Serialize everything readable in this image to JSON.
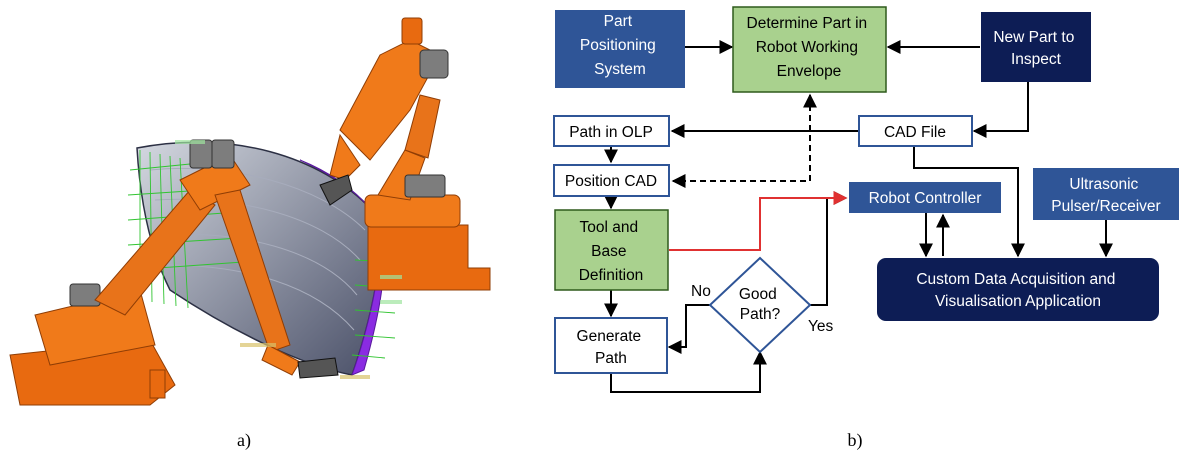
{
  "panel_a": {
    "caption": "a)"
  },
  "panel_b": {
    "caption": "b)",
    "colors": {
      "dark_blue": "#0d1d55",
      "mid_blue": "#2f5597",
      "green": "#a9d18e",
      "outline_blue": "#2f5597",
      "red": "#e03131"
    },
    "nodes": {
      "part_positioning": {
        "lines": [
          "Part",
          "Positioning",
          "System"
        ]
      },
      "determine_part": {
        "lines": [
          "Determine Part in",
          "Robot Working",
          "Envelope"
        ]
      },
      "new_part": {
        "lines": [
          "New Part to",
          "Inspect"
        ]
      },
      "path_olp": {
        "lines": [
          "Path in OLP"
        ]
      },
      "cad_file": {
        "lines": [
          "CAD File"
        ]
      },
      "position_cad": {
        "lines": [
          "Position CAD"
        ]
      },
      "robot_controller": {
        "lines": [
          "Robot Controller"
        ]
      },
      "ultrasonic": {
        "lines": [
          "Ultrasonic",
          "Pulser/Receiver"
        ]
      },
      "tool_base": {
        "lines": [
          "Tool and",
          "Base",
          "Definition"
        ]
      },
      "good_path": {
        "lines": [
          "Good",
          "Path?"
        ]
      },
      "custom_daq": {
        "lines": [
          "Custom Data Acquisition and",
          "Visualisation Application"
        ]
      },
      "generate_path": {
        "lines": [
          "Generate",
          "Path"
        ]
      }
    },
    "edge_labels": {
      "no": "No",
      "yes": "Yes"
    }
  }
}
